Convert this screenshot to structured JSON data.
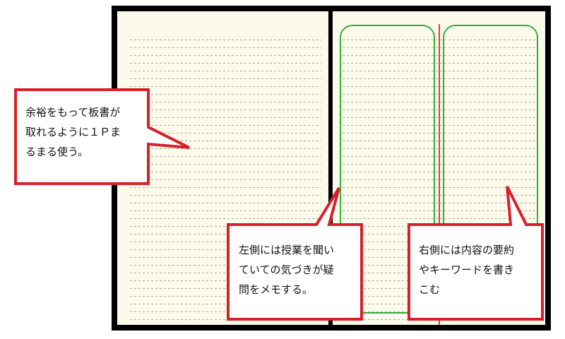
{
  "colors": {
    "cover": "#000000",
    "paper": "#fcfaea",
    "ruled_line": "#a9a9a0",
    "column_box": "#2fb13a",
    "center_line": "#e53a3a",
    "callout_border": "#d9202a",
    "callout_fill": "#ffffff"
  },
  "callouts": {
    "left_page": {
      "text": "余裕をもって板書が\n取れるように１Ｐま\nるまる使う。"
    },
    "left_column": {
      "text": "左側には授業を聞い\nていての気づきが疑\n問をメモする。"
    },
    "right_column": {
      "text": "右側には内容の要約\nやキーワードを書き\nこむ"
    }
  }
}
